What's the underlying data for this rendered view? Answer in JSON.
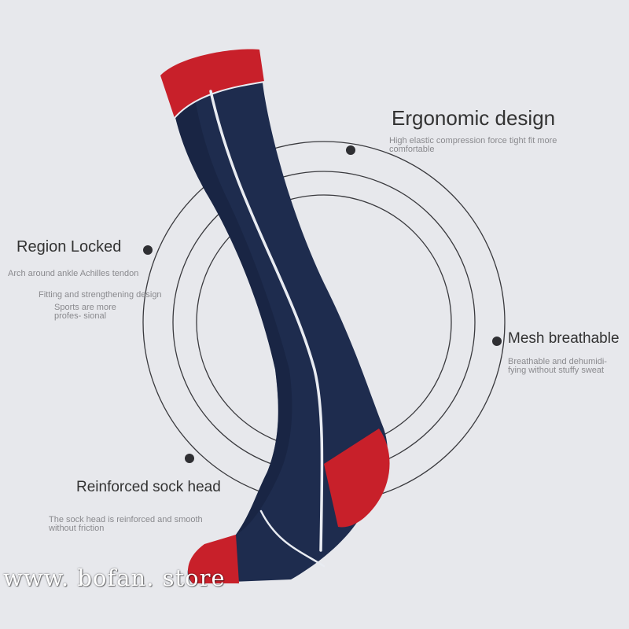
{
  "features": {
    "ergonomic": {
      "title": "Ergonomic design",
      "desc": "High elastic compression force tight fit more comfortable"
    },
    "region": {
      "title": "Region Locked",
      "desc_1": "Arch around ankle Achilles tendon",
      "desc_2": "Fitting and strengthening design",
      "desc_3": "Sports are more profes- sional"
    },
    "mesh": {
      "title": "Mesh breathable",
      "desc": "Breathable and dehumidi- fying without stuffy sweat"
    },
    "reinforced": {
      "title": "Reinforced sock head",
      "desc": "The sock head is reinforced and smooth without friction"
    }
  },
  "watermark": "www. bofan. store",
  "colors": {
    "background": "#e7e8ec",
    "sock_navy": "#1e2c4e",
    "sock_red": "#c8202a",
    "stripe": "#e9ecf2",
    "ring": "#3a3a3e"
  }
}
